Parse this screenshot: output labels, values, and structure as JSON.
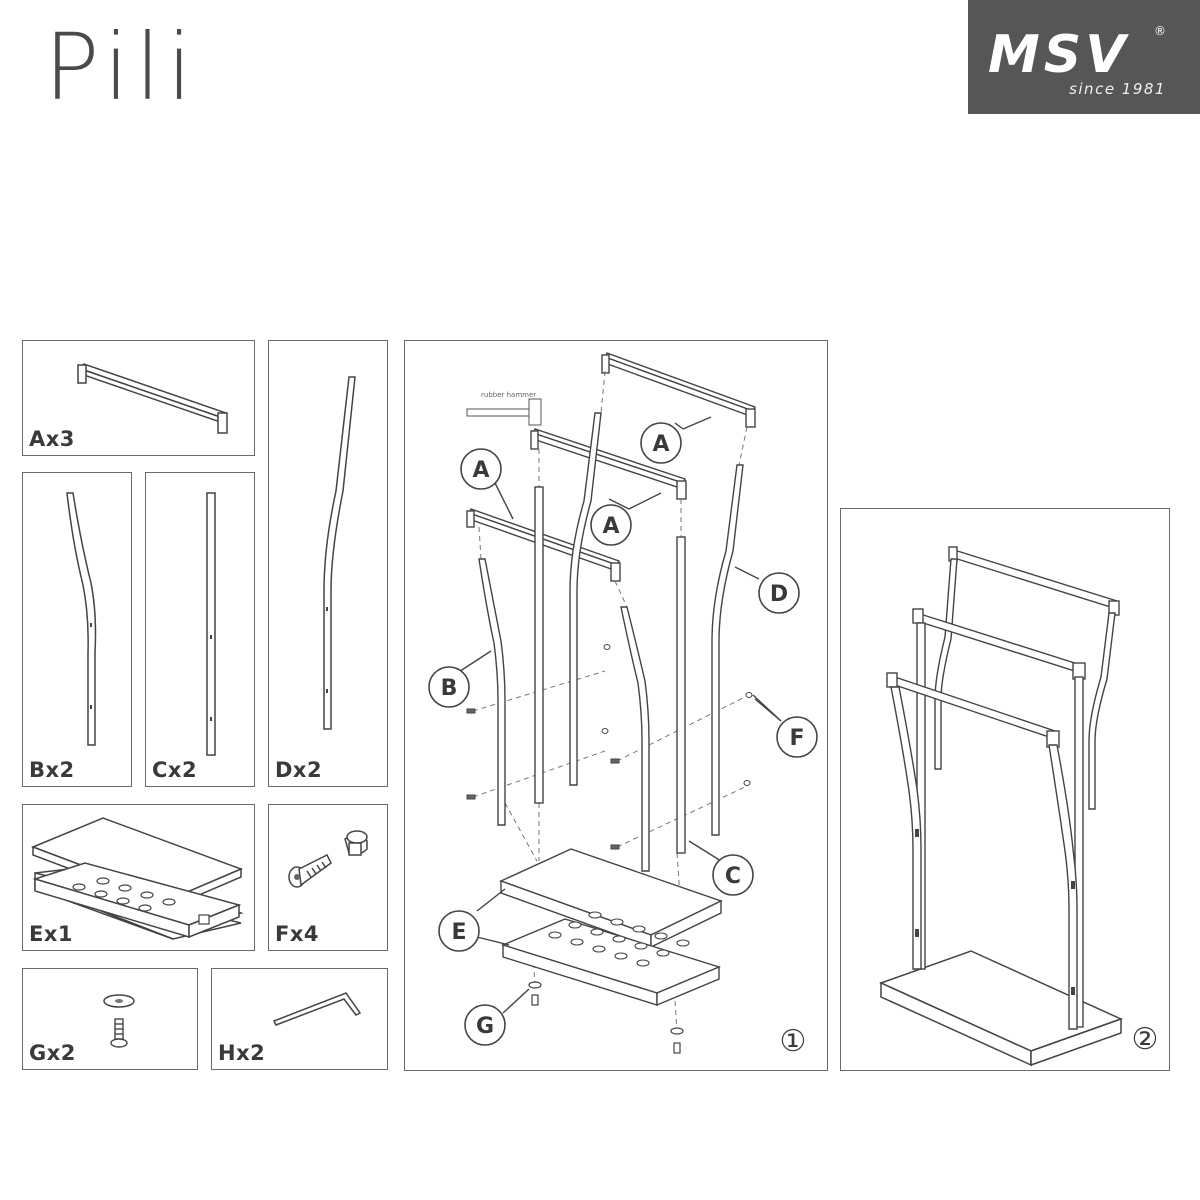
{
  "page": {
    "title": "Pili"
  },
  "logo": {
    "brand": "MSV",
    "registered": "®",
    "tagline": "since 1981"
  },
  "parts": [
    {
      "id": "A",
      "label": "Ax3",
      "icon": "bar-a-drawing"
    },
    {
      "id": "B",
      "label": "Bx2",
      "icon": "curved-leg-b-drawing"
    },
    {
      "id": "C",
      "label": "Cx2",
      "icon": "straight-leg-c-drawing"
    },
    {
      "id": "D",
      "label": "Dx2",
      "icon": "tall-curved-leg-d-drawing"
    },
    {
      "id": "E",
      "label": "Ex1",
      "icon": "base-plates-e-drawing"
    },
    {
      "id": "F",
      "label": "Fx4",
      "icon": "bolt-and-nut-f-drawing"
    },
    {
      "id": "G",
      "label": "Gx2",
      "icon": "washer-screw-g-drawing"
    },
    {
      "id": "H",
      "label": "Hx2",
      "icon": "allen-key-h-drawing"
    }
  ],
  "step1": {
    "number": "①",
    "tool_label": "rubber hammer",
    "callouts": {
      "a1": "A",
      "a2": "A",
      "a3": "A",
      "b": "B",
      "c": "C",
      "d": "D",
      "e": "E",
      "f": "F",
      "g": "G"
    }
  },
  "step2": {
    "number": "②"
  }
}
